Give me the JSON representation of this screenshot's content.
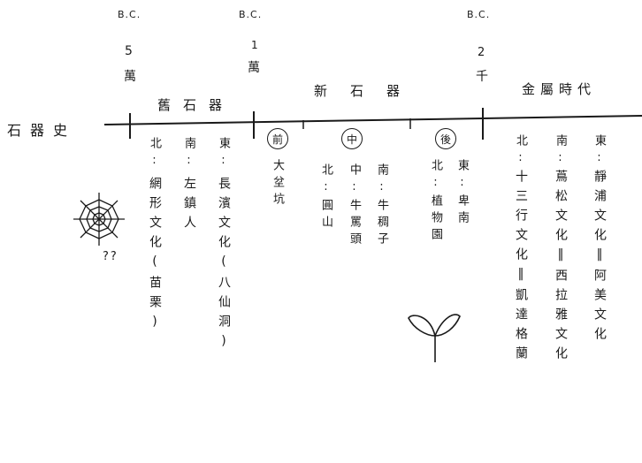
{
  "dates": {
    "bc_1": "B.C.",
    "bc_2": "B.C.",
    "bc_3": "B.C.",
    "num_1": "5",
    "wan_1": "萬",
    "num_2": "1",
    "wan_2": "萬",
    "num_3": "2",
    "qian_3": "千"
  },
  "title": "石器史",
  "eras": {
    "old_stone": "舊石器",
    "new_stone": "新石器",
    "metal": "金屬時代"
  },
  "old_stone": {
    "north": {
      "dir": "北",
      "culture": "網形文化(苗栗)"
    },
    "south": {
      "dir": "南",
      "culture": "左鎮人"
    },
    "east": {
      "dir": "東",
      "culture": "長濱文化(八仙洞)"
    }
  },
  "new_stone": {
    "early": {
      "badge": "前",
      "site": "大坌坑"
    },
    "middle": {
      "badge": "中",
      "north": {
        "dir": "北",
        "site": "圓山"
      },
      "center": {
        "dir": "中",
        "site": "牛罵頭"
      },
      "south": {
        "dir": "南",
        "site": "牛稠子"
      }
    },
    "late": {
      "badge": "後",
      "north": {
        "dir": "北",
        "site": "植物園"
      },
      "east": {
        "dir": "東",
        "site": "卑南"
      }
    }
  },
  "metal": {
    "north": {
      "dir": "北",
      "culture": "十三行文化",
      "alt": "凱達格蘭"
    },
    "south": {
      "dir": "南",
      "culture": "蔦松文化",
      "alt": "西拉雅文化"
    },
    "east": {
      "dir": "東",
      "culture": "靜浦文化",
      "alt": "阿美文化"
    }
  },
  "annotation": "??"
}
